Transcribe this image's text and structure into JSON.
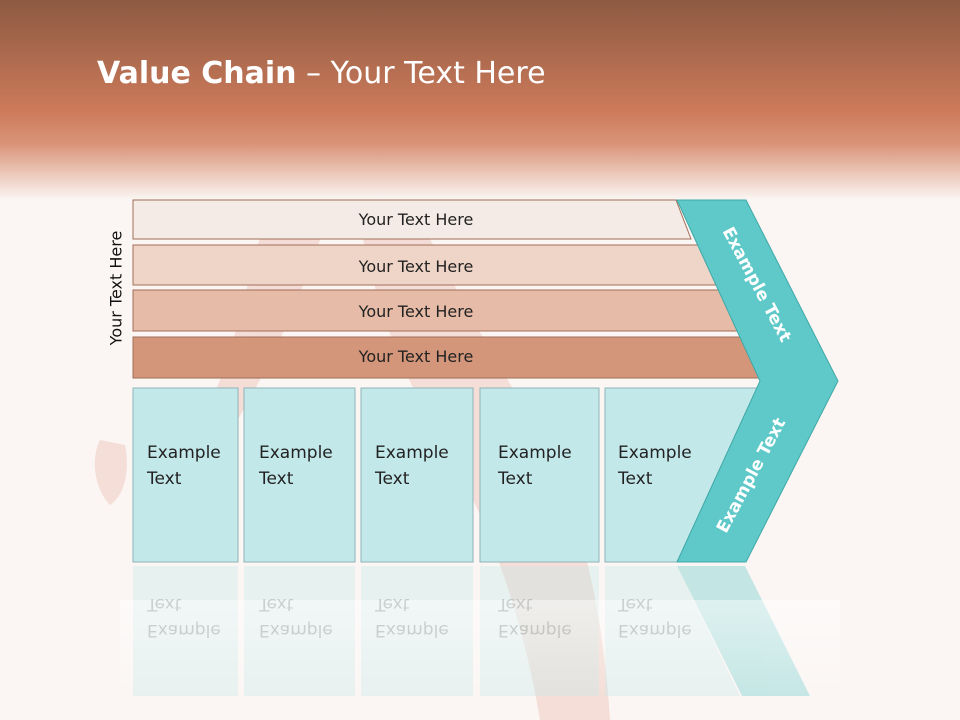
{
  "slide": {
    "title_bold": "Value Chain",
    "title_rest": " – Your Text Here"
  },
  "vertical_label": "Your Text Here",
  "bands": [
    {
      "label": "Your Text Here",
      "color": "#f5ebe6"
    },
    {
      "label": "Your Text Here",
      "color": "#efd5c8"
    },
    {
      "label": "Your Text Here",
      "color": "#e6bba7"
    },
    {
      "label": "Your Text Here",
      "color": "#d3967a"
    }
  ],
  "boxes": [
    {
      "line1": "Example",
      "line2": "Text"
    },
    {
      "line1": "Example",
      "line2": "Text"
    },
    {
      "line1": "Example",
      "line2": "Text"
    },
    {
      "line1": "Example",
      "line2": "Text"
    },
    {
      "line1": "Example",
      "line2": "Text"
    }
  ],
  "chevron": {
    "upper_label": "Example Text",
    "lower_label": "Example Text",
    "color": "#5ec9c8"
  },
  "colors": {
    "header_top": "#8c5a42",
    "header_mid": "#cf7f60",
    "box_fill": "#c3e8ea",
    "box_border": "#8fb4b8",
    "band_border": "#a06d58"
  }
}
